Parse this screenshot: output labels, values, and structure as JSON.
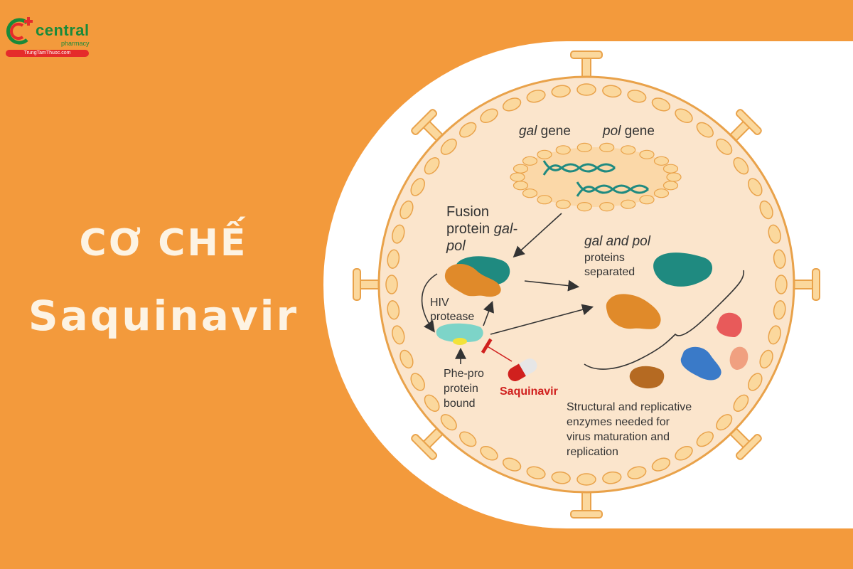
{
  "brand": {
    "name": "central",
    "sub": "pharmacy",
    "site": "TrungTamThuoc.com"
  },
  "title": {
    "line1": "CƠ CHẾ",
    "line2": "Saquinavir"
  },
  "diagram": {
    "gal_label_a": "gal",
    "gal_label_b": " gene",
    "pol_label_a": "pol",
    "pol_label_b": " gene",
    "fusion_1": "Fusion",
    "fusion_2": "protein ",
    "fusion_2i": "gal-",
    "fusion_3": "pol",
    "separated_1": "gal and pol",
    "separated_2": "proteins",
    "separated_3": "separated",
    "hiv_1": "HIV",
    "hiv_2": "protease",
    "phe_1": "Phe-pro",
    "phe_2": "protein",
    "phe_3": "bound",
    "drug": "Saquinavir",
    "struct_1": "Structural and replicative",
    "struct_2": "enzymes needed for",
    "struct_3": "virus maturation and",
    "struct_4": "replication"
  },
  "colors": {
    "background": "#f39a3c",
    "cell": "#fbe5cc",
    "membrane_bead": "#fbd89d",
    "bead_stroke": "#e9a24a",
    "teal": "#1f8a80",
    "orange_protein": "#e08a2a",
    "drug_red": "#d0201e"
  }
}
